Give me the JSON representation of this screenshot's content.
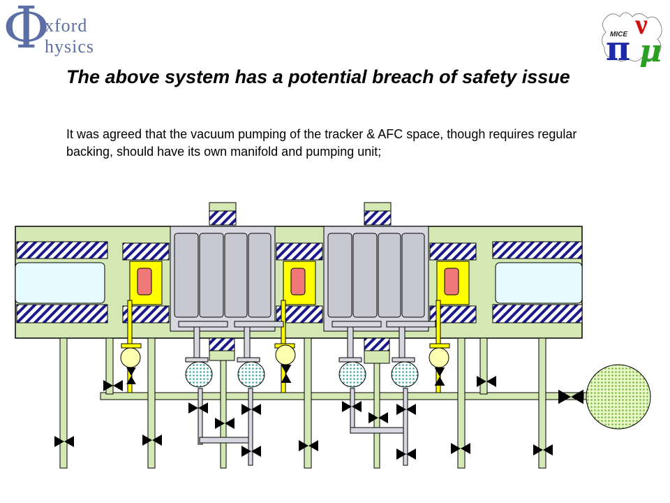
{
  "logos": {
    "oxford_line1": "xford",
    "oxford_line2": "hysics",
    "mice_label": "MICE"
  },
  "slide": {
    "title": "The above system has a potential breach of safety issue",
    "body": "It was agreed that the vacuum pumping of the tracker & AFC space, though requires regular backing, should have its own manifold and pumping unit;"
  },
  "colors": {
    "frame_green": "#d4e8b4",
    "hatch_blue": "#1a1a8c",
    "window_blue": "#e6fbff",
    "module_grey": "#d8d8e0",
    "coil_yellow": "#ffff00",
    "coil_red": "#f07878",
    "pump_teal": "#9adbd6",
    "pump_green": "#b6e07a",
    "ballast_yellow": "#ffffb0",
    "valve_black": "#000000"
  },
  "diagram": {
    "components": [
      "vacuum-vessel",
      "absorber-focus-coil",
      "tracker-module",
      "vacuum-pump",
      "gate-valve",
      "manifold-line",
      "backing-pump"
    ]
  }
}
